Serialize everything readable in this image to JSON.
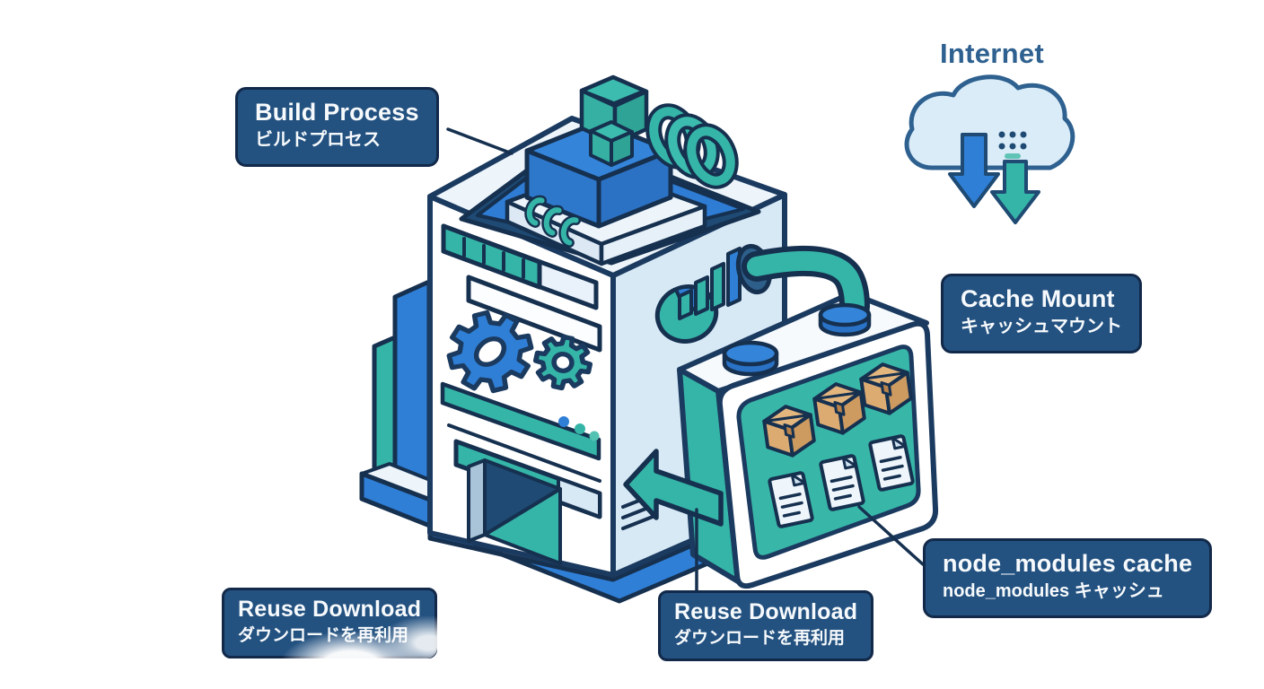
{
  "labels": {
    "build_process": {
      "en": "Build Process",
      "ja": "ビルドプロセス"
    },
    "internet": "Internet",
    "cache_mount": {
      "en": "Cache Mount",
      "ja": "キャッシュマウント"
    },
    "node_modules_cache": {
      "en": "node_modules cache",
      "ja": "node_modules キャッシュ"
    },
    "reuse_download_left": {
      "en": "Reuse Download",
      "ja": "ダウンロードを再利用"
    },
    "reuse_download_center": {
      "en": "Reuse Download",
      "ja": "ダウンロードを再利用"
    }
  },
  "colors": {
    "outline_navy": "#16304f",
    "label_fill": "#235180",
    "label_border": "#12294a",
    "blue": "#2f7fd6",
    "teal": "#35b5a8",
    "light_blue": "#d8e9f6",
    "pale": "#edf5fb",
    "pit_wall": "#1e4a73",
    "port_blue": "#2e5f8a",
    "carton_tan": "#dcab72",
    "carton_tan_dark": "#cd9a60",
    "cloud_fill": "#daecf8",
    "internet_text": "#2e6190"
  },
  "icons": [
    "internet-cloud-icon",
    "download-arrow-blue-icon",
    "download-arrow-teal-icon",
    "gear-large-icon",
    "gear-small-icon",
    "pie-chart-icon",
    "bar-chart-icon",
    "package-icon",
    "file-icon",
    "coil-icon",
    "reuse-arrow-icon",
    "cache-pipe",
    "build-machine",
    "cache-box",
    "machine-door",
    "progress-bar",
    "status-dots"
  ]
}
